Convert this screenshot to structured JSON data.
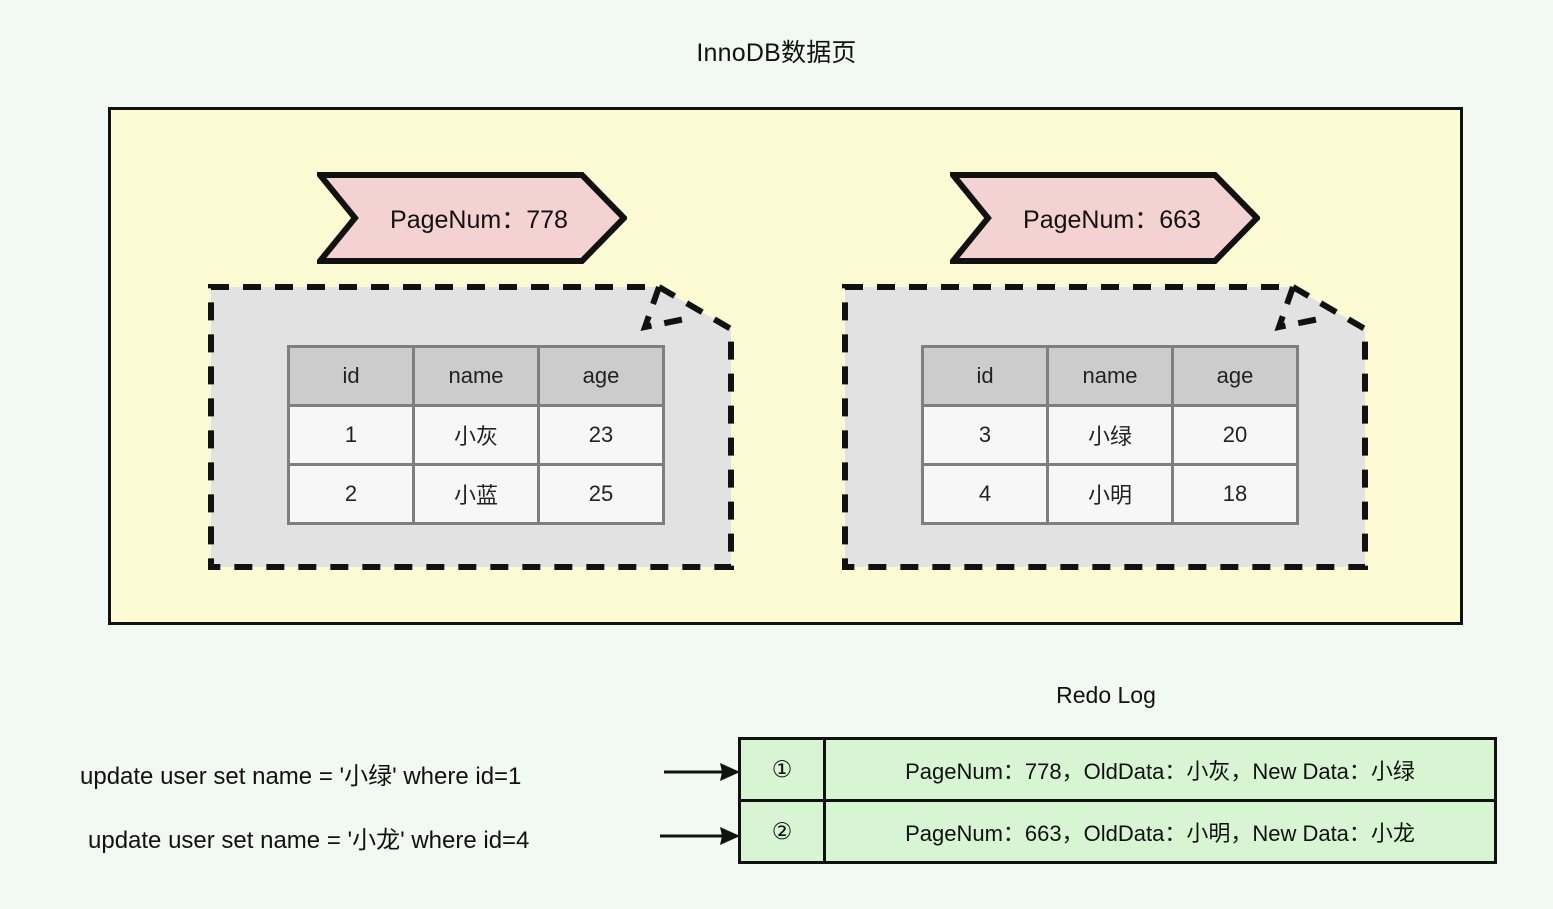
{
  "title": "InnoDB数据页",
  "colors": {
    "background": "#f2f9f2",
    "page_box_fill": "#fdfbd4",
    "chevron_fill": "#f4d2d2",
    "note_fill": "#e2e2e2",
    "table_header_fill": "#cccccc",
    "table_cell_fill": "#f7f7f7",
    "redo_log_fill": "#d7f5d3",
    "stroke": "#111111"
  },
  "pages": [
    {
      "banner_label": "PageNum：778",
      "banner_icon": "chevron-right-banner",
      "note_icon": "document-folded-corner",
      "table": {
        "columns": [
          "id",
          "name",
          "age"
        ],
        "rows": [
          [
            "1",
            "小灰",
            "23"
          ],
          [
            "2",
            "小蓝",
            "25"
          ]
        ]
      }
    },
    {
      "banner_label": "PageNum：663",
      "banner_icon": "chevron-right-banner",
      "note_icon": "document-folded-corner",
      "table": {
        "columns": [
          "id",
          "name",
          "age"
        ],
        "rows": [
          [
            "3",
            "小绿",
            "20"
          ],
          [
            "4",
            "小明",
            "18"
          ]
        ]
      }
    }
  ],
  "redo_log": {
    "title": "Redo Log",
    "arrow_icon": "arrow-right-icon",
    "statements": [
      "update user set name = '小绿' where id=1",
      "update user set name = '小龙' where id=4"
    ],
    "entries": [
      {
        "seq": "①",
        "text": "PageNum：778，OldData：小灰，New Data：小绿"
      },
      {
        "seq": "②",
        "text": "PageNum：663，OldData：小明，New Data：小龙"
      }
    ]
  }
}
